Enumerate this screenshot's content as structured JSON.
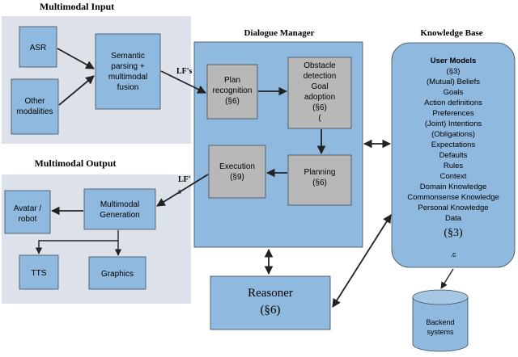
{
  "panels": {
    "multimodal_input": "Multimodal Input",
    "multimodal_output": "Multimodal Output",
    "dialogue_manager": "Dialogue Manager",
    "knowledge_base": "Knowledge  Base"
  },
  "input_boxes": {
    "asr": "ASR",
    "other_modalities": [
      "Other",
      "modalities"
    ],
    "semantic_parsing": [
      "Semantic",
      "parsing +",
      "multimodal",
      "fusion"
    ]
  },
  "output_boxes": {
    "avatar": [
      "Avatar /",
      "robot"
    ],
    "multimodal_generation": [
      "Multimodal",
      "Generation"
    ],
    "tts": "TTS",
    "graphics": "Graphics"
  },
  "dm_boxes": {
    "plan_recognition": [
      "Plan",
      "recognition",
      "(§6)"
    ],
    "obstacle_detection": [
      "Obstacle",
      "detection",
      "Goal",
      "adoption",
      "(§6)",
      "("
    ],
    "execution": [
      "Execution",
      "(§9)"
    ],
    "planning": [
      "Planning",
      "(§6)"
    ]
  },
  "edge_labels": {
    "lfs_in": "LF's",
    "lf_out_1": "LF'",
    "lf_out_2": "s"
  },
  "reasoner": [
    "Reasoner",
    "(§6)"
  ],
  "knowledge_items": [
    {
      "text": "User Models",
      "bold": true
    },
    {
      "text": "(§3)",
      "bold": false
    },
    {
      "text": "(Mutual) Beliefs",
      "bold": false
    },
    {
      "text": "Goals",
      "bold": false
    },
    {
      "text": "Action definitions",
      "bold": false
    },
    {
      "text": "Preferences",
      "bold": false
    },
    {
      "text": "(Joint) Intentions",
      "bold": false
    },
    {
      "text": "(Obligations)",
      "bold": false
    },
    {
      "text": "Expectations",
      "bold": false
    },
    {
      "text": "Defaults",
      "bold": false
    },
    {
      "text": "Rules",
      "bold": false
    },
    {
      "text": "Context",
      "bold": false
    },
    {
      "text": "Domain Knowledge",
      "bold": false
    },
    {
      "text": "Commonsense Knowledge",
      "bold": false
    },
    {
      "text": "Personal Knowledge",
      "bold": false
    },
    {
      "text": "Data",
      "bold": false
    }
  ],
  "knowledge_section": "(§3)",
  "knowledge_tail": ".c",
  "backend": [
    "Backend",
    "systems"
  ],
  "colors": {
    "panel_gray": "#dde2ea",
    "box_blue": "#8fb9de",
    "box_gray": "#b8b8b8",
    "border_dark": "#3f4a55",
    "arrow": "#222222"
  }
}
